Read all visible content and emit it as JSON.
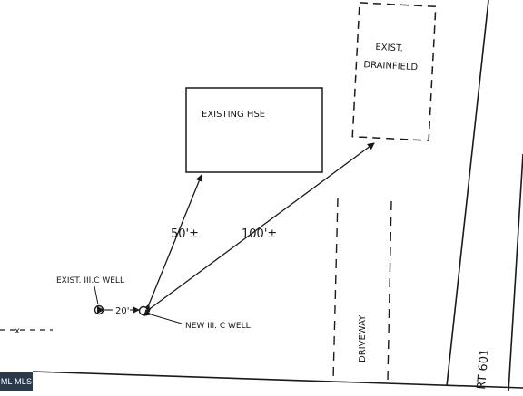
{
  "labels": {
    "existing_house": "EXISTING HSE",
    "drainfield_line1": "EXIST.",
    "drainfield_line2": "DRAINFIELD",
    "dim_50": "50'±",
    "dim_100": "100'±",
    "dim_20": "20'",
    "exist_well": "EXIST. III.C WELL",
    "new_well": "NEW III. C WELL",
    "driveway": "DRIVEWAY",
    "route": "RT 601",
    "fence_mark": "x"
  },
  "watermark": {
    "text": "ML MLS"
  },
  "colors": {
    "ink": "#1a1a1a",
    "paper": "#ffffff",
    "badge": "#2b3a4a"
  }
}
